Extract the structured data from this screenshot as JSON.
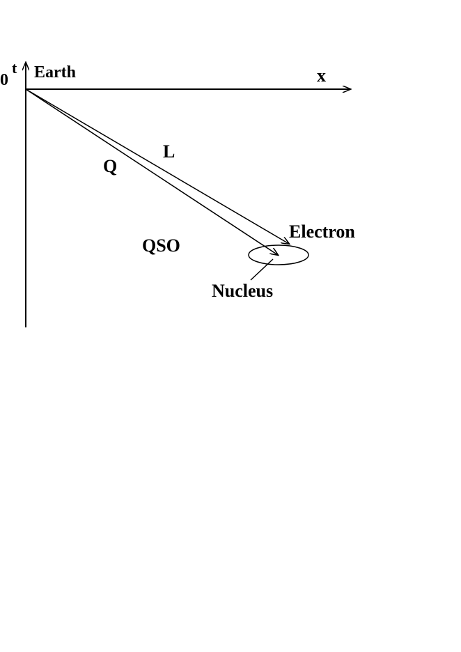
{
  "labels": {
    "origin": "0",
    "t_axis": "t",
    "earth": "Earth",
    "x_axis": "x",
    "L": "L",
    "Q": "Q",
    "electron": "Electron",
    "qso": "QSO",
    "nucleus": "Nucleus"
  },
  "colors": {
    "ink": "#000000",
    "background": "#ffffff"
  }
}
